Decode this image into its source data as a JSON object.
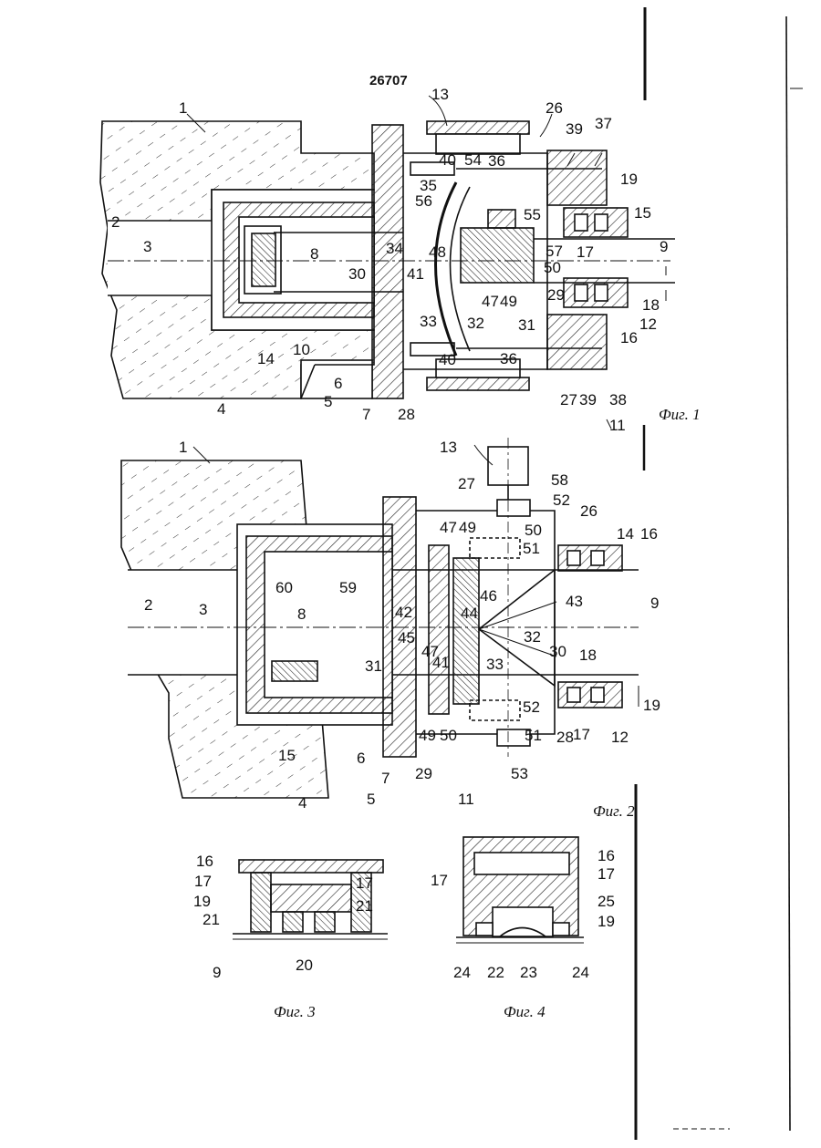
{
  "document": {
    "number": "26707"
  },
  "figures": [
    {
      "id": "fig1",
      "caption": "Фиг. 1",
      "labels": [
        "1",
        "2",
        "3",
        "4",
        "5",
        "6",
        "7",
        "8",
        "9",
        "10",
        "11",
        "12",
        "13",
        "14",
        "15",
        "16",
        "17",
        "18",
        "19",
        "26",
        "27",
        "28",
        "29",
        "30",
        "31",
        "32",
        "33",
        "34",
        "35",
        "36",
        "36",
        "37",
        "38",
        "39",
        "39",
        "40",
        "40",
        "41",
        "47",
        "48",
        "49",
        "50",
        "54",
        "55",
        "56",
        "57"
      ]
    },
    {
      "id": "fig2",
      "caption": "Фиг. 2",
      "labels": [
        "1",
        "2",
        "3",
        "4",
        "5",
        "6",
        "7",
        "8",
        "9",
        "11",
        "12",
        "13",
        "14",
        "15",
        "16",
        "17",
        "18",
        "19",
        "26",
        "27",
        "28",
        "29",
        "30",
        "31",
        "32",
        "33",
        "41",
        "42",
        "43",
        "44",
        "45",
        "46",
        "47",
        "47",
        "49",
        "49",
        "50",
        "50",
        "51",
        "51",
        "52",
        "52",
        "53",
        "58",
        "59",
        "60"
      ]
    },
    {
      "id": "fig3",
      "caption": "Фиг. 3",
      "labels": [
        "9",
        "16",
        "17",
        "17",
        "19",
        "20",
        "21",
        "21"
      ]
    },
    {
      "id": "fig4",
      "caption": "Фиг. 4",
      "labels": [
        "16",
        "17",
        "17",
        "19",
        "22",
        "23",
        "24",
        "24",
        "25"
      ]
    }
  ]
}
